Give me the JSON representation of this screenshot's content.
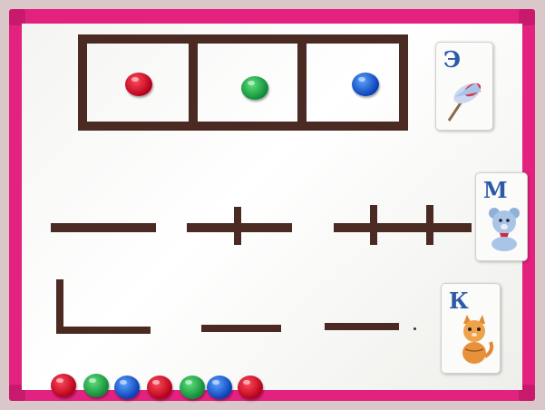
{
  "cards": [
    {
      "letter": "Э",
      "picture": "ice-cream-icon"
    },
    {
      "letter": "М",
      "picture": "teddy-bear-icon"
    },
    {
      "letter": "К",
      "picture": "kitten-icon"
    }
  ],
  "top_row_magnets": [
    "red",
    "green",
    "blue"
  ],
  "bottom_row_magnets": [
    "red",
    "green",
    "blue",
    "red",
    "green",
    "blue",
    "red"
  ],
  "colors": {
    "frame": "#e3227f",
    "board": "#ffffff",
    "strips": "#4a2a22",
    "card_letter": "#2a5aa8"
  }
}
